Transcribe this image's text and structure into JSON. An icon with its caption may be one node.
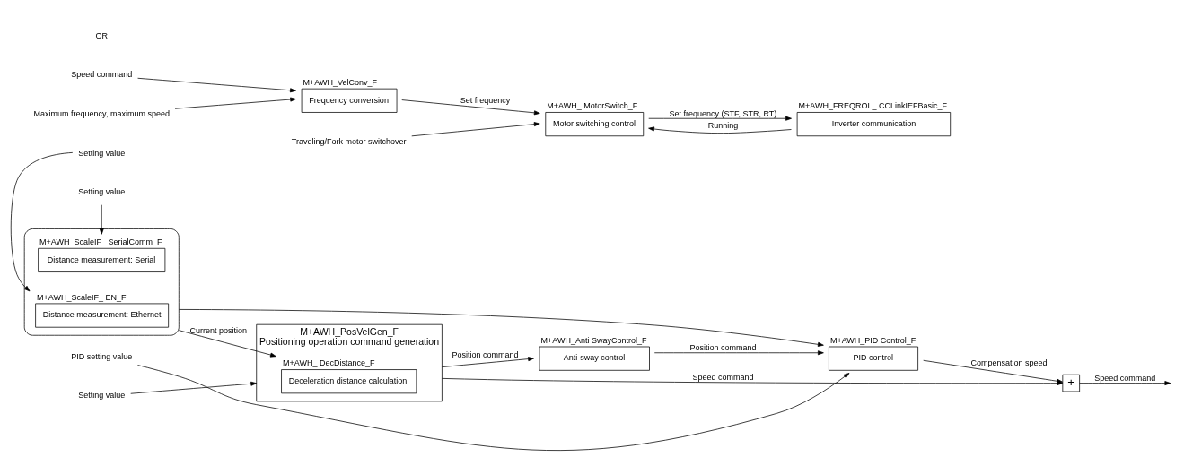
{
  "diagram": {
    "nodes": [
      {
        "text": [],
        "shape": "box"
      },
      {
        "text": [
          "M+AWH_ScaleIF_ SerialComm_F",
          "Distance measurement: Serial"
        ],
        "in": 0
      },
      {
        "text": [
          "M+AWH_ScaleIF_ EN_F",
          "Distance measurement: Ethernet"
        ],
        "in": 0
      },
      {
        "text": [
          "Setting value"
        ]
      },
      {
        "text": [
          "Setting value"
        ]
      },
      {
        "text": [
          "Setting value"
        ]
      },
      {
        "text": [
          "M+AWH_PosVelGen_F",
          "Positioning operation command generation"
        ]
      },
      {
        "text": [
          "M+AWH_ DecDistance_F",
          "Deceleration distance calculation"
        ],
        "in": 6
      },
      {
        "text": [
          "M+AWH_Anti SwayControl_F",
          "Anti-sway control"
        ]
      },
      {
        "text": [
          "M+AWH_PID Control_F",
          "PID control"
        ]
      },
      {
        "text": [
          "PID setting value"
        ]
      },
      {
        "text": [
          "+"
        ]
      },
      {
        "text": [
          "Speed command"
        ]
      },
      {
        "text": [
          "Maximum frequency, maximum speed"
        ]
      },
      {
        "text": [
          "M+AWH_VelConv_F",
          "Frequency conversion"
        ]
      },
      {
        "text": [
          "Traveling/Fork motor switchover"
        ]
      },
      {
        "text": [
          "M+AWH_ MotorSwitch_F",
          "Motor switching control"
        ]
      },
      {
        "text": [
          "M+AWH_FREQROL_ CCLinkIEFBasic_F",
          "Inverter communication"
        ]
      }
    ],
    "edges": [
      {
        "from": 3,
        "to": 1,
        "arrow": "to"
      },
      {
        "from": 4,
        "to": 2,
        "arrow": "to"
      },
      {
        "from": 5,
        "to": 6,
        "arrow": "to"
      },
      {
        "from": 0,
        "to": 7,
        "arrow": "to",
        "label": "Current position"
      },
      {
        "from": 0,
        "to": 9,
        "arrow": "to"
      },
      {
        "from": 6,
        "to": 11,
        "arrow": "to",
        "label": "Speed command"
      },
      {
        "from": 6,
        "to": 8,
        "arrow": "to",
        "label": "Position command"
      },
      {
        "from": 8,
        "to": 9,
        "arrow": "to",
        "label": "Position command"
      },
      {
        "from": 10,
        "to": 9,
        "arrow": "to"
      },
      {
        "from": 9,
        "to": 11,
        "arrow": "to",
        "label": "Compensation speed"
      },
      {
        "from": 11,
        "to": null,
        "arrow": "to",
        "label": "Speed command"
      },
      {
        "from": 12,
        "to": 14,
        "arrow": "to"
      },
      {
        "from": 13,
        "to": 14,
        "arrow": "to"
      },
      {
        "from": 14,
        "to": 16,
        "arrow": "to",
        "label": "Set frequency"
      },
      {
        "from": 15,
        "to": 16,
        "arrow": "to"
      },
      {
        "from": 16,
        "to": 17,
        "arrow": "to",
        "label": "Set frequency (STF, STR, RT)"
      },
      {
        "from": 17,
        "to": 16,
        "arrow": "to",
        "label": "Running"
      }
    ],
    "labels": [
      "OR"
    ]
  }
}
